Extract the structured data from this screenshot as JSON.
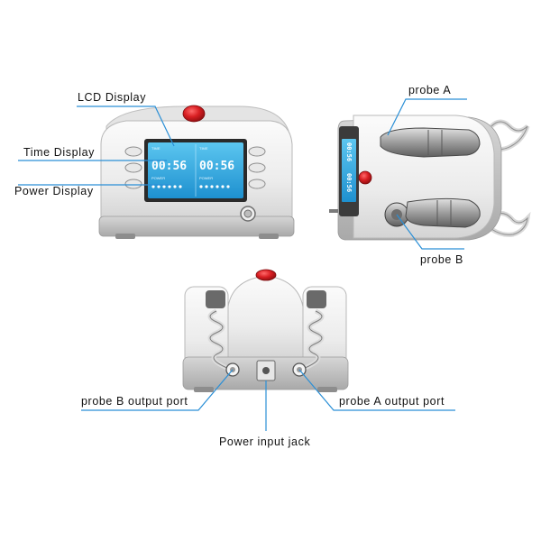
{
  "labels": {
    "lcd_display": "LCD Display",
    "time_display": "Time Display",
    "power_display": "Power Display",
    "probe_a": "probe A",
    "probe_b": "probe B",
    "probe_b_output_port": "probe B output port",
    "probe_a_output_port": "probe A output port",
    "power_input_jack": "Power input jack"
  },
  "lcd": {
    "left_time": "00:56",
    "right_time": "00:56",
    "time_tag": "TIME",
    "power_tag": "POWER"
  },
  "colors": {
    "accent_line": "#2a8fd6",
    "screen": "#2ea8e0",
    "button_red": "#d81e22",
    "body": "#f2f2f2",
    "base": "#c8c8c8"
  }
}
